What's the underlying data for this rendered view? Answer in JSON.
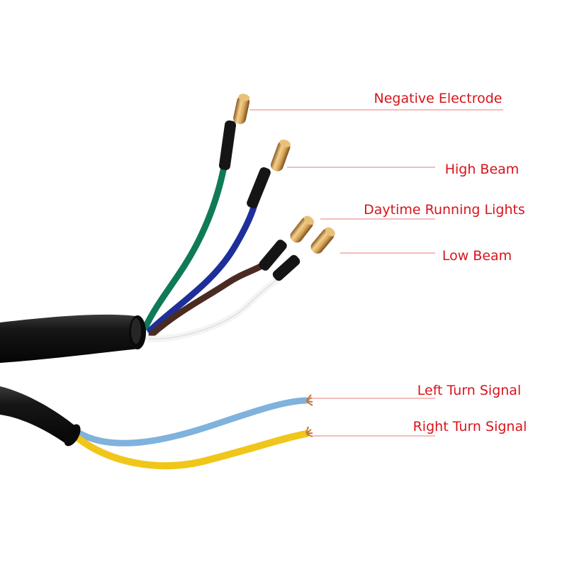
{
  "labels": {
    "negative_electrode": "Negative Electrode",
    "high_beam": "High Beam",
    "daytime_running_lights": "Daytime Running Lights",
    "low_beam": "Low Beam",
    "left_turn_signal": "Left Turn Signal",
    "right_turn_signal": "Right Turn Signal"
  },
  "colors": {
    "label_text": "#d8141b",
    "leader_line": "#e87a7a",
    "sheath": "#111111",
    "wire_green": "#0f7a58",
    "wire_blue": "#1f2f9a",
    "wire_brown": "#4a2b22",
    "wire_white": "#f4f4f4",
    "wire_light_blue": "#7fb2dc",
    "wire_yellow": "#f0c61a",
    "connector_brass": "#d9a85a",
    "copper": "#c8783a"
  }
}
